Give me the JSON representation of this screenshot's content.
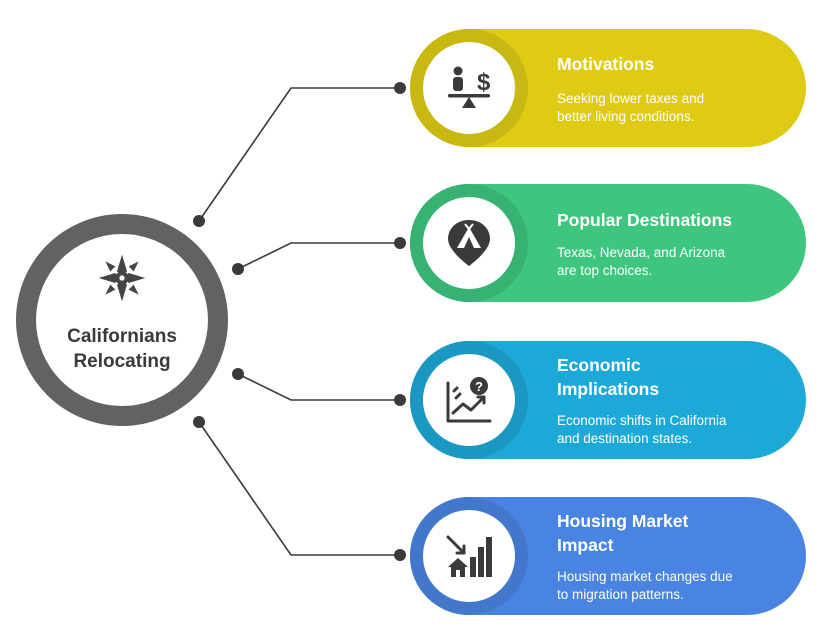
{
  "hub": {
    "title_line1": "Californians",
    "title_line2": "Relocating",
    "icon": "compass-icon",
    "color": "#626262"
  },
  "items": [
    {
      "title": "Motivations",
      "desc_line1": "Seeking lower taxes and",
      "desc_line2": "better living conditions.",
      "icon": "balance-scale-dollar-icon",
      "color": "#dfcb14"
    },
    {
      "title": "Popular Destinations",
      "desc_line1": "Texas, Nevada, and Arizona",
      "desc_line2": "are top choices.",
      "icon": "tent-pin-icon",
      "color": "#3ec67f"
    },
    {
      "title_line1": "Economic",
      "title_line2": "Implications",
      "desc_line1": "Economic shifts in California",
      "desc_line2": "and destination states.",
      "icon": "chart-question-icon",
      "color": "#1da9d8"
    },
    {
      "title_line1": "Housing Market",
      "title_line2": "Impact",
      "desc_line1": "Housing market changes due",
      "desc_line2": "to migration patterns.",
      "icon": "house-chart-icon",
      "color": "#4a84e2"
    }
  ]
}
